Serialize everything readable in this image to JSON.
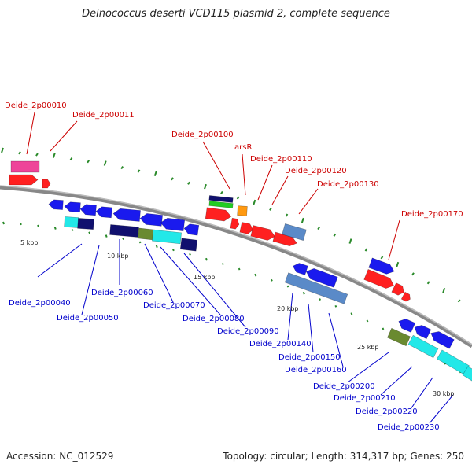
{
  "title": "Deinococcus deserti VCD115 plasmid 2, complete sequence",
  "footer": {
    "accession": "Accession: NC_012529",
    "summary": "Topology: circular; Length: 314,317 bp; Genes: 250"
  },
  "colors": {
    "forward_label": "#cc0000",
    "reverse_label": "#0000cc",
    "backbone": "#888888",
    "gc_tick": "#2a8a2a",
    "red": "#ff2020",
    "pink": "#ee4499",
    "blue": "#1a1aee",
    "navy": "#10106e",
    "cyan": "#22e8e8",
    "steel": "#5a8ac8",
    "olive": "#6a8a30",
    "orange": "#ff9910",
    "green": "#22cc22"
  },
  "scale_labels": [
    "5 kbp",
    "10 kbp",
    "15 kbp",
    "20 kbp",
    "25 kbp",
    "30 kbp"
  ],
  "forward_labels": [
    "Deide_2p00010",
    "Deide_2p00011",
    "Deide_2p00100",
    "arsR",
    "Deide_2p00110",
    "Deide_2p00120",
    "Deide_2p00130",
    "Deide_2p00170"
  ],
  "reverse_labels": [
    "Deide_2p00040",
    "Deide_2p00050",
    "Deide_2p00060",
    "Deide_2p00070",
    "Deide_2p00080",
    "Deide_2p00090",
    "Deide_2p00140",
    "Deide_2p00150",
    "Deide_2p00160",
    "Deide_2p00200",
    "Deide_2p00210",
    "Deide_2p00220",
    "Deide_2p00230"
  ]
}
